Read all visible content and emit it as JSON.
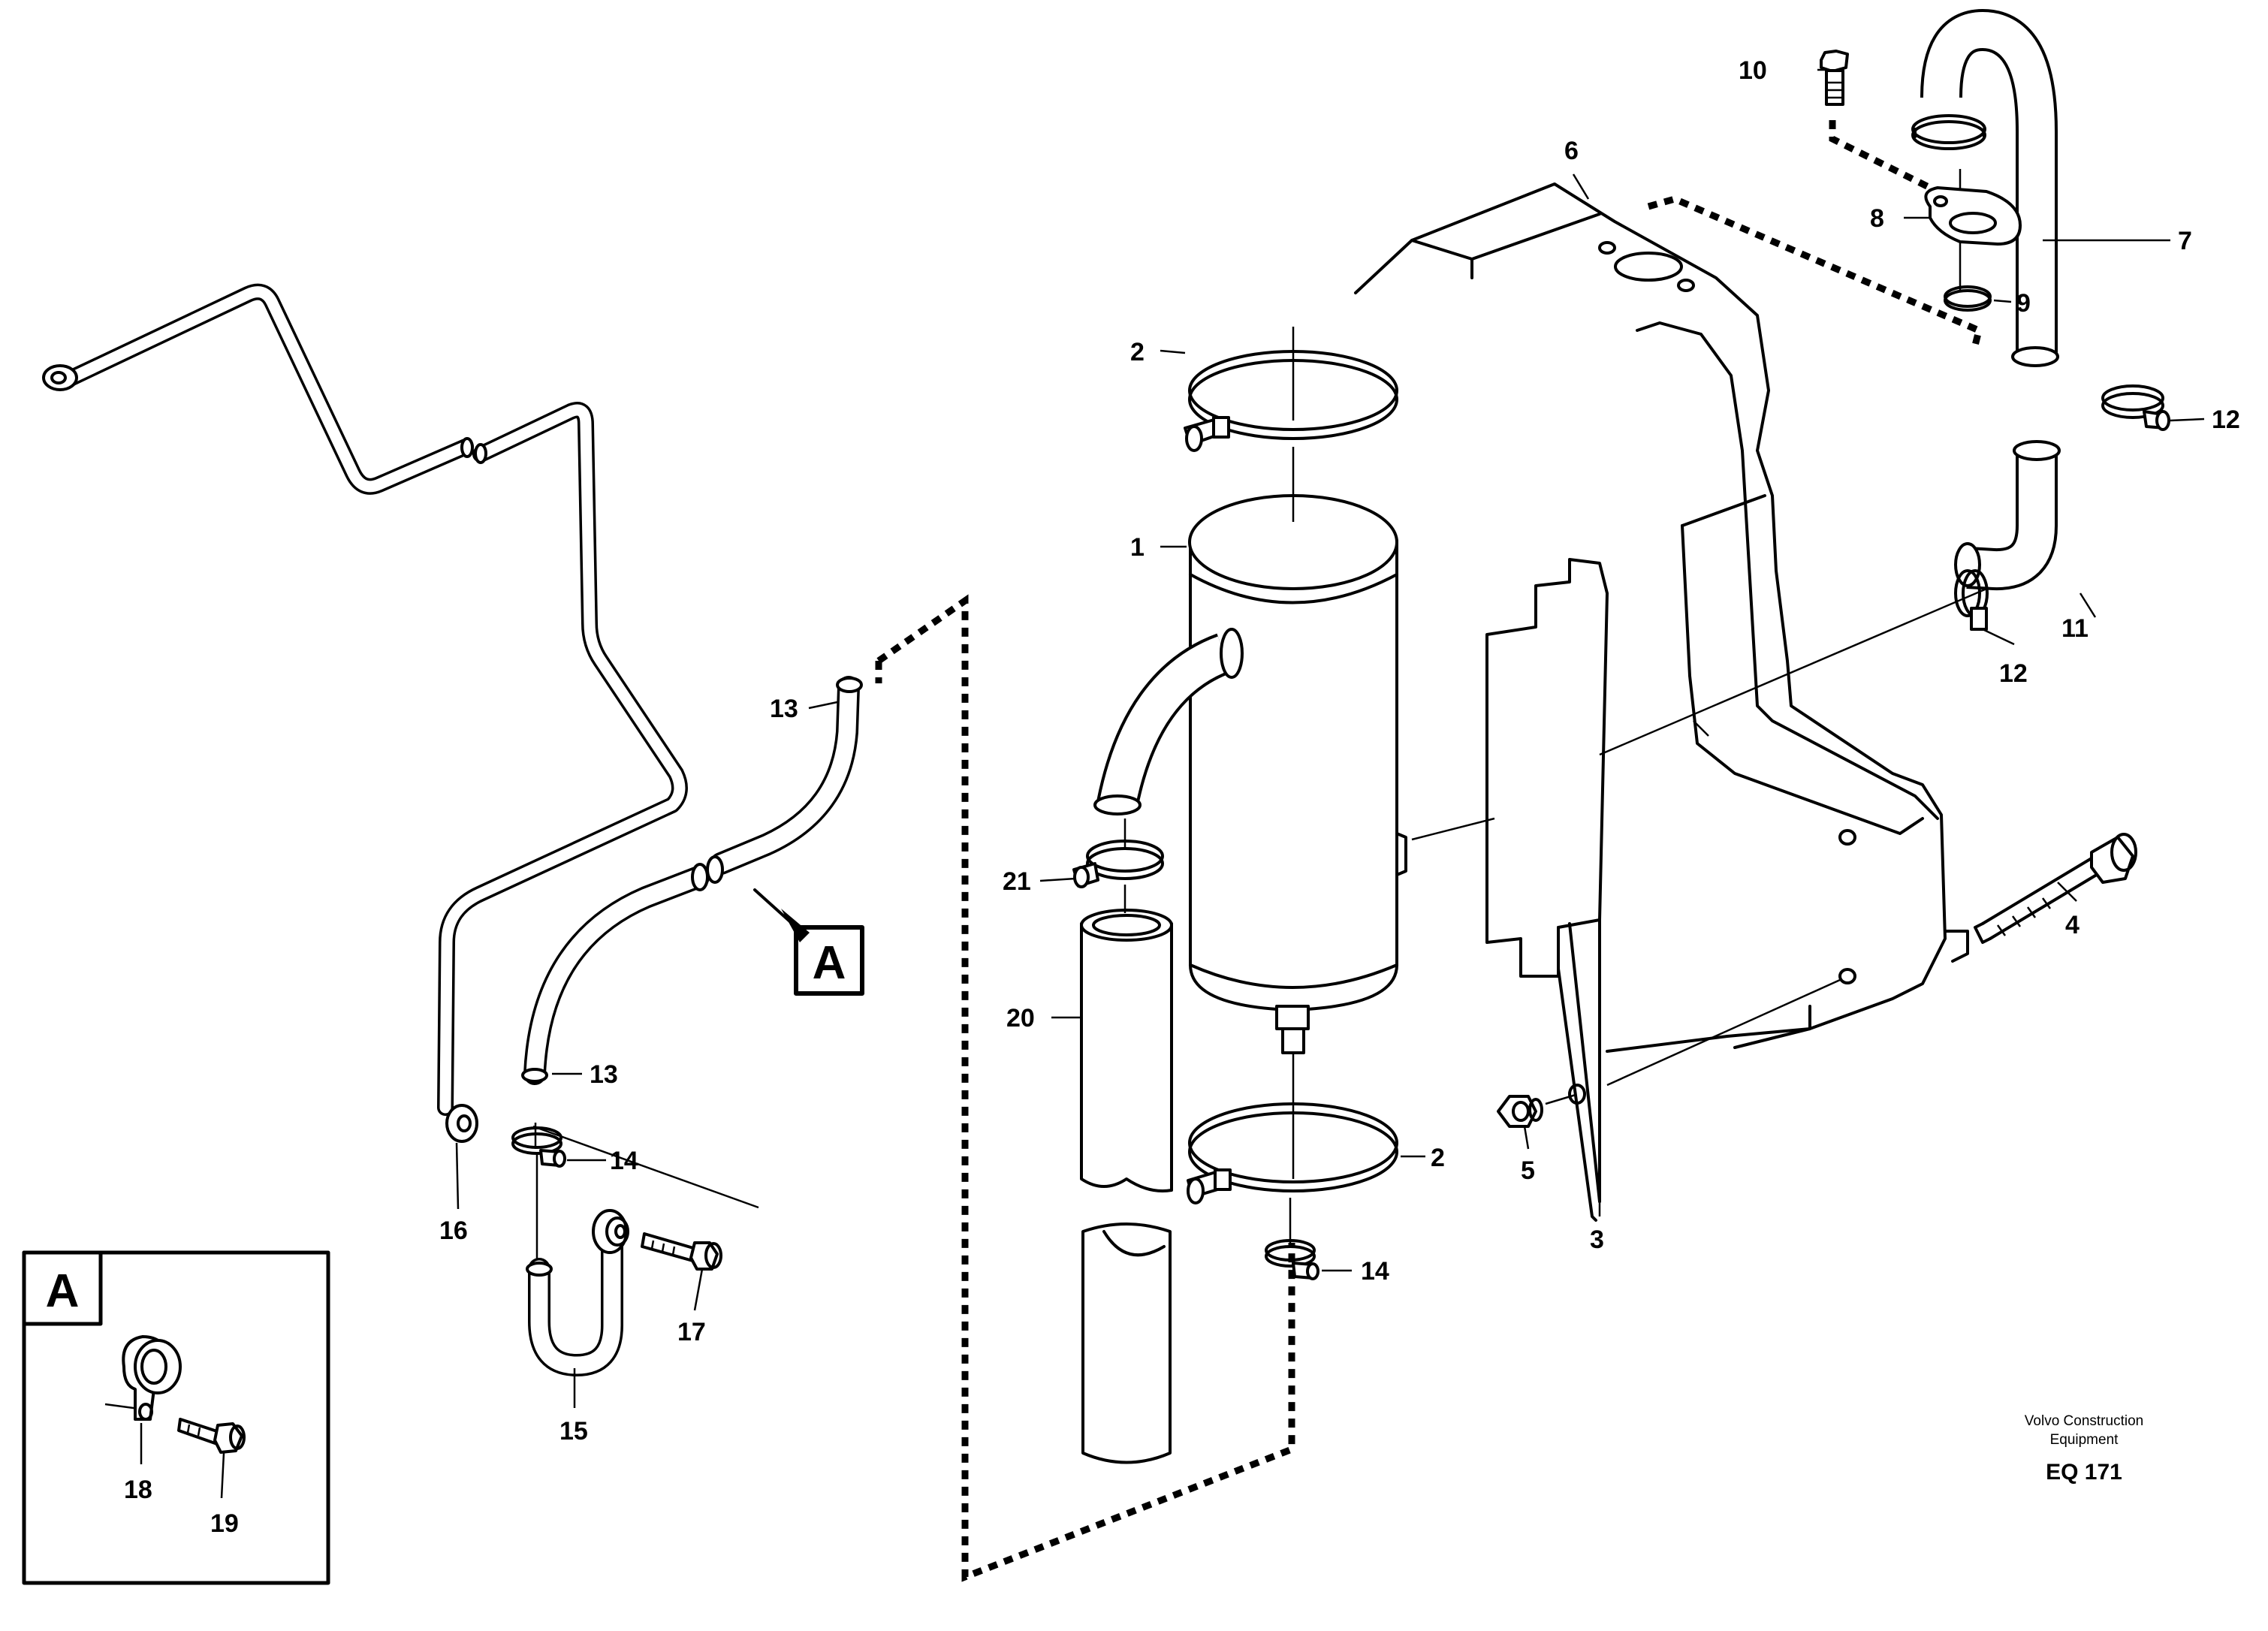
{
  "callouts": {
    "c1": "1",
    "c2a": "2",
    "c2b": "2",
    "c3": "3",
    "c4": "4",
    "c5": "5",
    "c6": "6",
    "c7": "7",
    "c8": "8",
    "c9": "9",
    "c10": "10",
    "c11": "11",
    "c12a": "12",
    "c12b": "12",
    "c13a": "13",
    "c13b": "13",
    "c14a": "14",
    "c14b": "14",
    "c15": "15",
    "c16": "16",
    "c17": "17",
    "c18": "18",
    "c19": "19",
    "c20": "20",
    "c21": "21"
  },
  "view_marker": {
    "label": "A"
  },
  "detail_view": {
    "label": "A"
  },
  "footer": {
    "company_line1": "Volvo Construction",
    "company_line2": "Equipment",
    "drawing_code": "EQ 171"
  }
}
